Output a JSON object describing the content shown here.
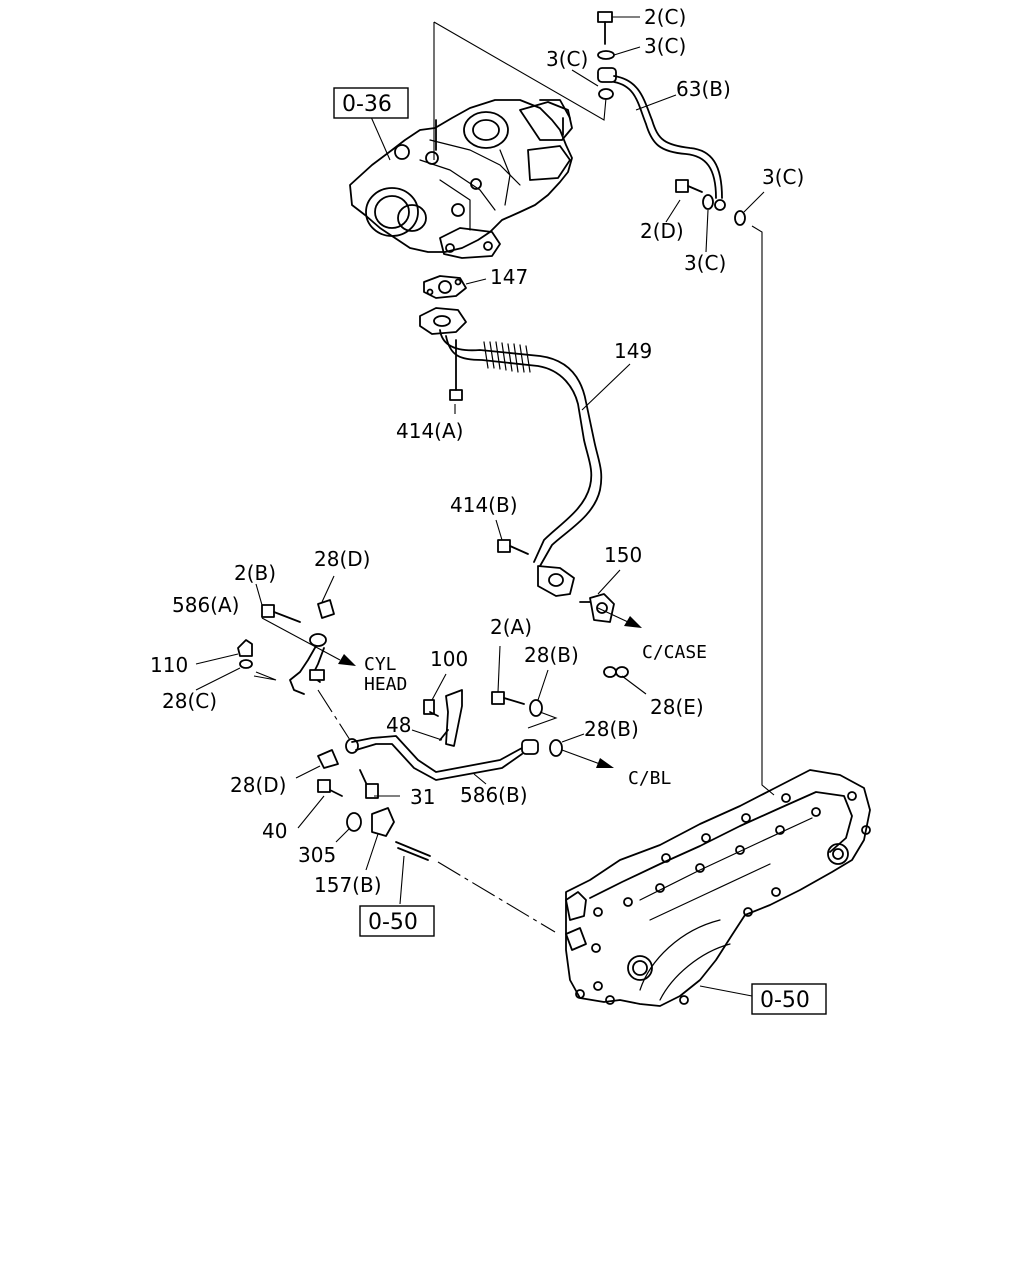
{
  "labels": {
    "l_2C": "2(C)",
    "l_3C_a": "3(C)",
    "l_3C_b": "3(C)",
    "l_63B": "63(B)",
    "l_3C_c": "3(C)",
    "l_2D": "2(D)",
    "l_3C_d": "3(C)",
    "l_147": "147",
    "l_149": "149",
    "l_414A": "414(A)",
    "l_414B": "414(B)",
    "l_150": "150",
    "l_28D_a": "28(D)",
    "l_2B": "2(B)",
    "l_586A": "586(A)",
    "l_110": "110",
    "l_28C": "28(C)",
    "l_100": "100",
    "l_2A": "2(A)",
    "l_28B_a": "28(B)",
    "l_28E": "28(E)",
    "l_48": "48",
    "l_28B_b": "28(B)",
    "l_586B": "586(B)",
    "l_28D_b": "28(D)",
    "l_31": "31",
    "l_40": "40",
    "l_305": "305",
    "l_157B": "157(B)"
  },
  "destinations": {
    "cyl_head_line1": "CYL",
    "cyl_head_line2": "HEAD",
    "c_case": "C/CASE",
    "c_bl": "C/BL"
  },
  "references": {
    "ref_036": "0-36",
    "ref_050_left": "0-50",
    "ref_050_right": "0-50"
  }
}
